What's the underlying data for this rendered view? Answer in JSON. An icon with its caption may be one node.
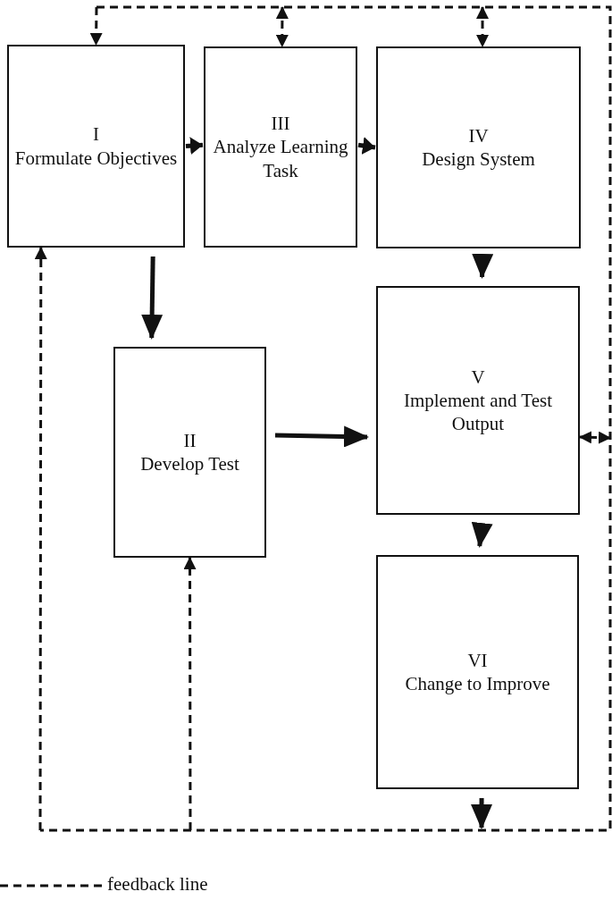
{
  "diagram": {
    "nodes": [
      {
        "text": [
          "I",
          "Formulate Objectives"
        ]
      },
      {
        "text": [
          "II",
          "Develop Test"
        ]
      },
      {
        "text": [
          "III",
          "Analyze Learning Task"
        ]
      },
      {
        "text": [
          "IV",
          "Design System"
        ]
      },
      {
        "text": [
          "V",
          "Implement and Test Output"
        ]
      },
      {
        "text": [
          "VI",
          "Change to Improve"
        ]
      }
    ],
    "edges": [
      {
        "from": 0,
        "to": 2,
        "arrow": "to"
      },
      {
        "from": 2,
        "to": 3,
        "arrow": "to"
      },
      {
        "from": 3,
        "to": 4,
        "arrow": "to"
      },
      {
        "from": 0,
        "to": 1,
        "arrow": "to"
      },
      {
        "from": 1,
        "to": 4,
        "arrow": "to"
      },
      {
        "from": 4,
        "to": 5,
        "arrow": "to"
      },
      {
        "from": 5,
        "to": null,
        "arrow": "to"
      },
      {
        "from": null,
        "to": 0,
        "arrow": "to",
        "style": "dashed"
      },
      {
        "from": null,
        "to": 2,
        "arrow": "both",
        "style": "dashed"
      },
      {
        "from": null,
        "to": 3,
        "arrow": "both",
        "style": "dashed"
      },
      {
        "from": null,
        "to": 4,
        "arrow": "both",
        "style": "dashed"
      },
      {
        "from": null,
        "to": 0,
        "arrow": "to",
        "style": "dashed"
      },
      {
        "from": null,
        "to": 1,
        "arrow": "to",
        "style": "dashed"
      }
    ],
    "legend": [
      {
        "text": "feedback line"
      }
    ]
  }
}
